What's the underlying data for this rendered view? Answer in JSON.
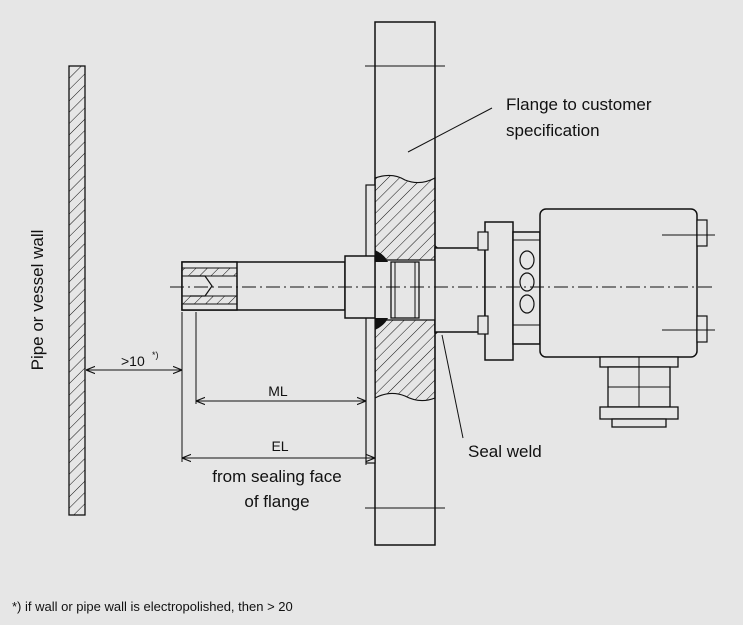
{
  "labels": {
    "flange_line1": "Flange to customer",
    "flange_line2": "specification",
    "wall": "Pipe or vessel wall",
    "gap": ">10",
    "gap_superscript": "*)",
    "ml": "ML",
    "el": "EL",
    "sealing_line1": "from sealing face",
    "sealing_line2": "of flange",
    "seal_weld": "Seal weld"
  },
  "footnote": "*) if wall or pipe wall is electropolished, then > 20",
  "colors": {
    "background": "#e6e6e6",
    "line": "#111111"
  }
}
